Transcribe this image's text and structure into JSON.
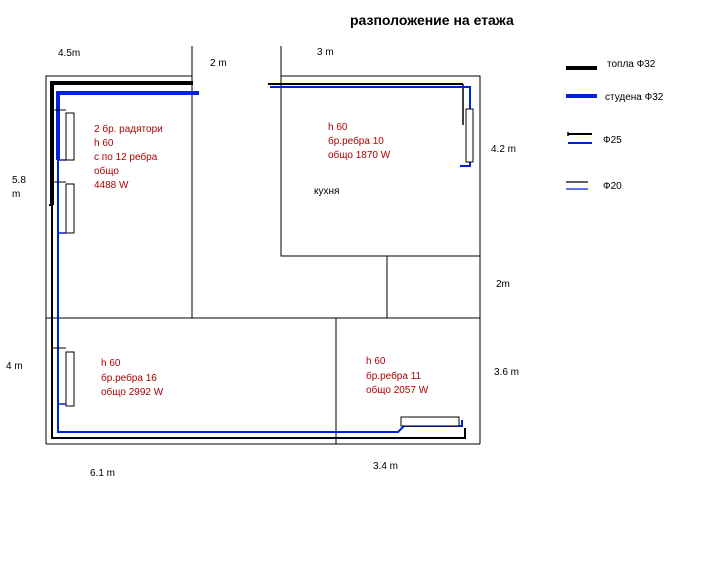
{
  "title": "разположение на етажа",
  "dimensions": {
    "top_left": "4.5m",
    "top_mid": "2 m",
    "top_right": "3 m",
    "left_upper_a": "5.8",
    "left_upper_b": "m",
    "left_lower": "4 m",
    "right_upper": "4.2 m",
    "right_mid": "2m",
    "right_lower": "3.6 m",
    "bottom_left": "6.1 m",
    "bottom_right": "3.4 m"
  },
  "rooms": {
    "room1": [
      "2 бр. радятори",
      "h 60",
      "с по 12 ребра",
      "общо",
      "4488 W"
    ],
    "kitchen": [
      "h 60",
      "бр.ребра 10",
      "общо  1870 W"
    ],
    "kitchen_label": "кухня",
    "room3": [
      "h 60",
      "бр.ребра  16",
      "общо 2992 W"
    ],
    "room4": [
      "h 60",
      "бр.ребра 11",
      "общо 2057 W"
    ]
  },
  "legend": [
    {
      "label": "топла Ф32",
      "color": "#000000"
    },
    {
      "label": "студена Ф32",
      "color": "#0022dd"
    },
    {
      "label": "Ф25",
      "color": "#000000"
    },
    {
      "label": "Ф20",
      "color": "#000000"
    }
  ],
  "colors": {
    "hot_pipe": "#000000",
    "cold_pipe": "#0022dd",
    "text_red": "#b00000"
  }
}
